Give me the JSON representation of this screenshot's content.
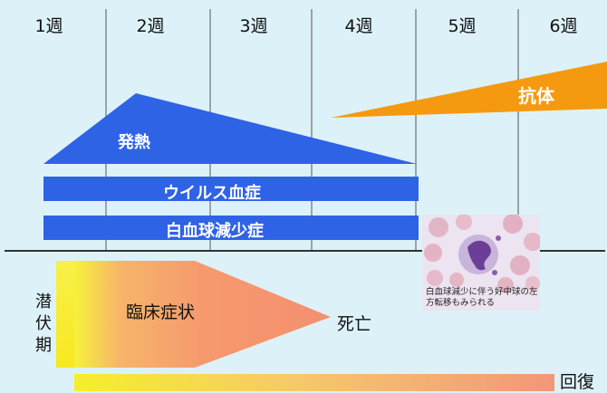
{
  "weeks": [
    "1週",
    "2週",
    "3週",
    "4週",
    "5週",
    "6週"
  ],
  "labels": {
    "fever": "発熱",
    "viremia": "ウイルス血症",
    "leukopenia": "白血球減少症",
    "antibody": "抗体",
    "symptoms": "臨床症状",
    "death": "死亡",
    "recovery": "回復",
    "latent": [
      "潜",
      "伏",
      "期"
    ]
  },
  "photo_caption": "白血球減少に伴う好中球の左方転移もみられる",
  "colors": {
    "background": "#ddf2f8",
    "blue": "#2f63e6",
    "orange": "#f59a10",
    "grid": "#555555"
  }
}
